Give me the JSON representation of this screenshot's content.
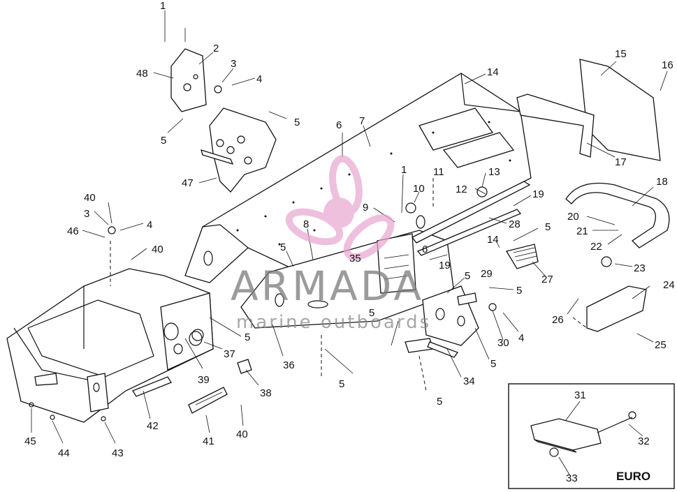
{
  "diagram": {
    "callouts": [
      "1",
      "2",
      "3",
      "4",
      "5",
      "48",
      "5",
      "5",
      "47",
      "6",
      "7",
      "14",
      "15",
      "16",
      "17",
      "18",
      "11",
      "13",
      "12",
      "19",
      "10",
      "1",
      "9",
      "28",
      "14",
      "5",
      "20",
      "21",
      "22",
      "23",
      "27",
      "6",
      "19",
      "8",
      "35",
      "5",
      "40",
      "3",
      "4",
      "46",
      "40",
      "5",
      "29",
      "5",
      "24",
      "26",
      "25",
      "5",
      "5",
      "36",
      "30",
      "4",
      "5",
      "37",
      "39",
      "38",
      "5",
      "34",
      "5",
      "42",
      "41",
      "40",
      "45",
      "44",
      "43",
      "31",
      "32",
      "33"
    ],
    "inset_label": "EURO",
    "watermark": {
      "brand": "ARMADA",
      "tagline": "marine outboards"
    },
    "colors": {
      "line": "#111111",
      "watermark_pink": "#e8a6cf",
      "watermark_gray": "#7a7a7a"
    }
  }
}
